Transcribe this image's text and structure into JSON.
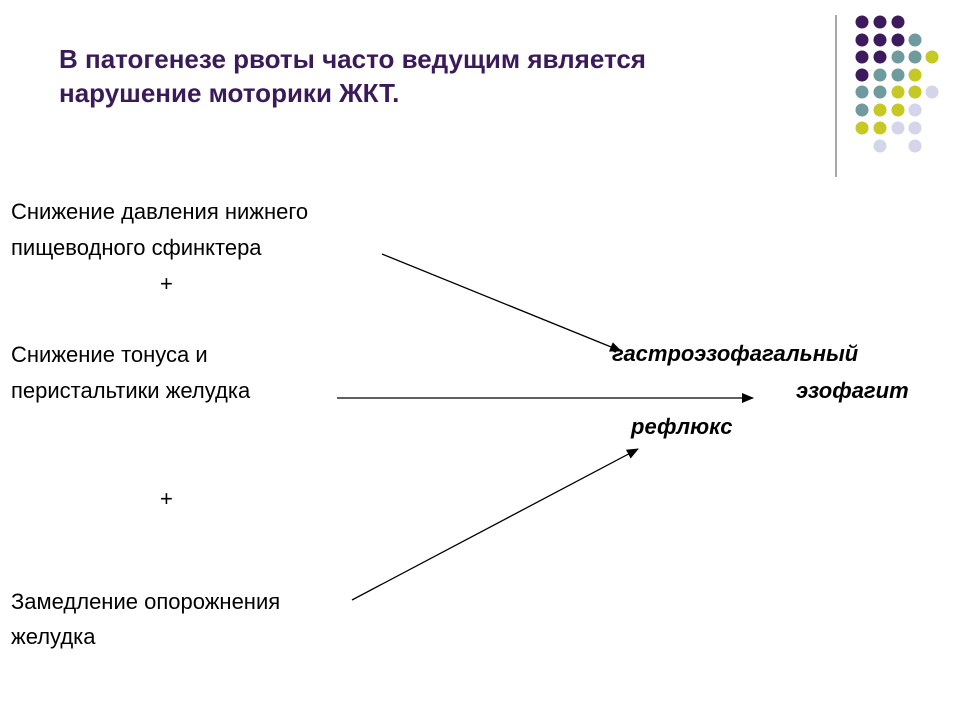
{
  "slide": {
    "title_line1": "В патогенезе рвоты часто ведущим является",
    "title_line2": "нарушение моторики ЖКТ.",
    "cause1_line1": "Снижение давления нижнего",
    "cause1_line2": "пищеводного сфинктера",
    "plus1": "+",
    "cause2_line1": "Снижение тонуса и",
    "cause2_line2": "перистальтики желудка",
    "plus2": "+",
    "cause3_line1": "Замедление опорожнения",
    "cause3_line2": "желудка",
    "result1_line1": "гастроэзофагальный",
    "result1_line2": "рефлюкс",
    "result2": "эзофагит"
  },
  "colors": {
    "title": "#3b1a5a",
    "dot_purple": "#3d1a5e",
    "dot_teal": "#6f9a9e",
    "dot_lime": "#c6c824",
    "dot_lavender": "#d4d4ea",
    "divider": "#8a8a8a"
  }
}
